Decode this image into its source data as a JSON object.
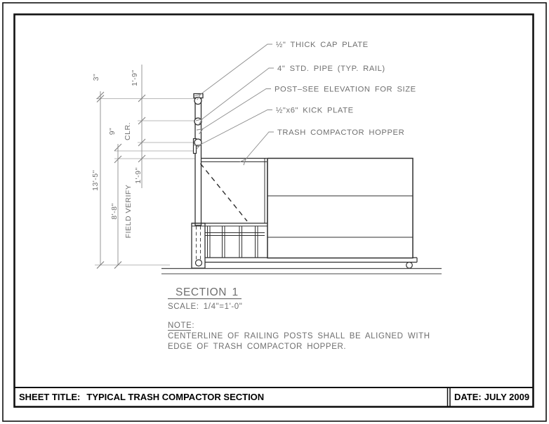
{
  "sheet": {
    "title_block": {
      "sheet_title_label": "SHEET TITLE:",
      "sheet_title_value": "TYPICAL TRASH COMPACTOR SECTION",
      "date_label": "DATE:",
      "date_value": "JULY 2009"
    }
  },
  "drawing": {
    "section": {
      "title": "SECTION 1",
      "scale": "SCALE: 1/4\"=1'-0\""
    },
    "note": {
      "heading": "NOTE:",
      "line1": "CENTERLINE OF RAILING POSTS SHALL BE ALIGNED WITH",
      "line2": "EDGE OF TRASH COMPACTOR HOPPER."
    },
    "callouts": {
      "cap_plate": "½\" THICK CAP PLATE",
      "pipe_rail": "4\" STD. PIPE (TYP. RAIL)",
      "post": "POST–SEE ELEVATION FOR SIZE",
      "kick_plate": "½\"x6\" KICK PLATE",
      "hopper": "TRASH COMPACTOR HOPPER"
    },
    "dimensions": {
      "top_offset": "3\"",
      "rail_spacing_top": "1'-9\"",
      "clearance": "9\"",
      "clearance_suffix": "CLR.",
      "overall_height": "13'-5\"",
      "hopper_height": "8'-8\"",
      "field_verify": "FIELD VERIFY",
      "rail_spacing_bottom": "1'-9\""
    },
    "colors": {
      "object_line": "#2f2f2f",
      "dim_line": "#8c8c8c",
      "cad_text": "#6f6f6f",
      "border": "#000000"
    }
  }
}
